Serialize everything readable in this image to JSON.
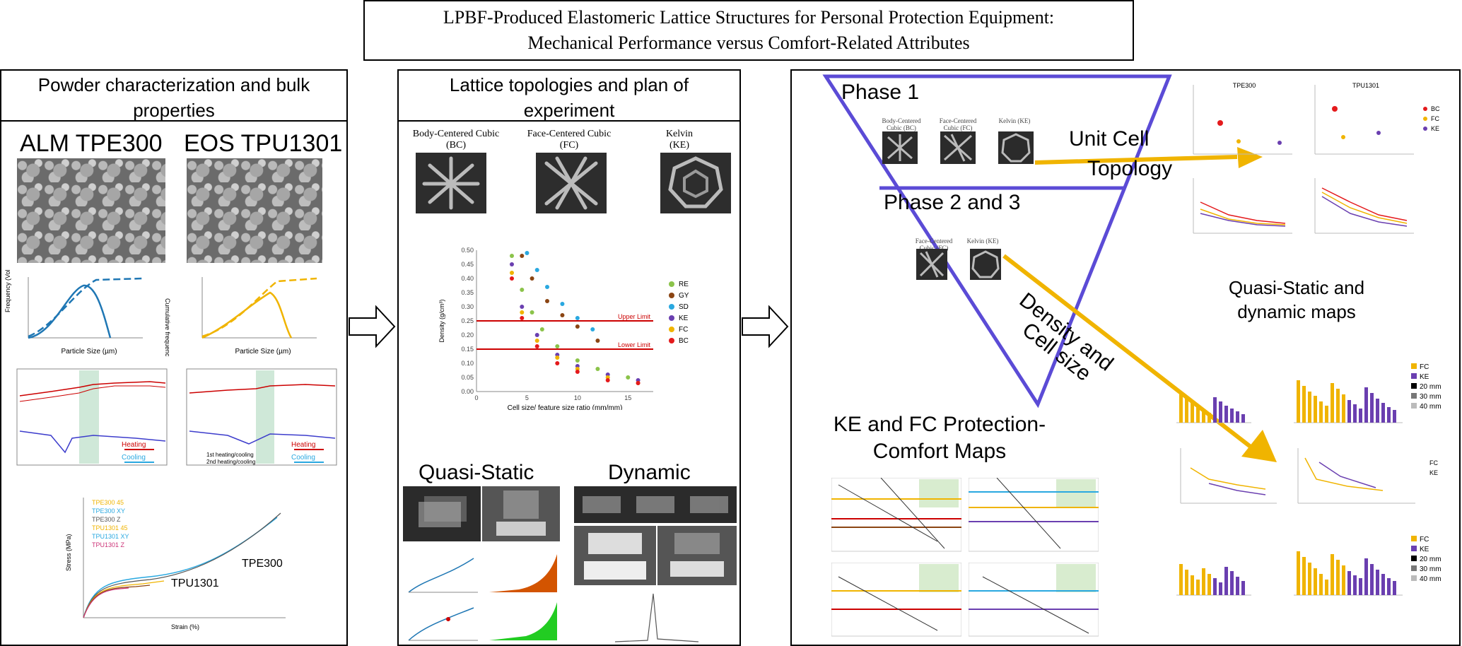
{
  "title": {
    "line1": "LPBF-Produced Elastomeric Lattice Structures for Personal Protection Equipment:",
    "line2": "Mechanical Performance versus Comfort-Related Attributes"
  },
  "panel1": {
    "heading_line1": "Powder characterization and bulk",
    "heading_line2": "properties",
    "material_left": "ALM TPE300",
    "material_right": "EOS TPU1301",
    "psd_xlabel": "Particle Size (µm)",
    "psd_ylabel": "Frequency (Vol %)",
    "psd_y2label": "Cumulative frequency (Vol %)",
    "dsc_heating": "Heating",
    "dsc_cooling": "Cooling",
    "dsc_legend1": "1st heating/cooling",
    "dsc_legend2": "2nd heating/cooling",
    "stress_ylabel": "Stress (MPa)",
    "stress_xlabel": "Strain (%)",
    "stress_legend": [
      "TPE300 45",
      "TPE300 XY",
      "TPE300 Z",
      "TPU1301 45",
      "TPU1301 XY",
      "TPU1301 Z"
    ],
    "label_tpe": "TPE300",
    "label_tpu": "TPU1301"
  },
  "panel2": {
    "heading_line1": "Lattice topologies and plan of",
    "heading_line2": "experiment",
    "cells": [
      {
        "name": "Body-Centered Cubic",
        "abbr": "(BC)"
      },
      {
        "name": "Face-Centered Cubic",
        "abbr": "(FC)"
      },
      {
        "name": "Kelvin",
        "abbr": "(KE)"
      }
    ],
    "density_ylabel": "Density (g/cm³)",
    "density_xlabel": "Cell size/ feature size ratio (mm/mm)",
    "upper_limit": "Upper Limit",
    "lower_limit": "Lower Limit",
    "legend": [
      "RE",
      "GY",
      "SD",
      "KE",
      "FC",
      "BC"
    ],
    "quasi_static": "Quasi-Static",
    "dynamic": "Dynamic"
  },
  "panel3": {
    "phase1": "Phase 1",
    "phase23": "Phase 2 and 3",
    "phase1_cells": [
      "Body-Centered Cubic (BC)",
      "Face-Centered Cubic (FC)",
      "Kelvin (KE)"
    ],
    "phase23_cells": [
      "Face-Centered Cubic (FC)",
      "Kelvin (KE)"
    ],
    "arrow1_line1": "Unit Cell",
    "arrow1_line2": "Topology",
    "arrow2_line1": "Density and",
    "arrow2_line2": "Cell size",
    "maps_title_line1": "KE and FC Protection-",
    "maps_title_line2": "Comfort Maps",
    "qs_title_line1": "Quasi-Static and",
    "qs_title_line2": "dynamic maps",
    "chart_a_title": "TPE300",
    "chart_b_title": "TPU1301",
    "legend_bc_fc_ke": [
      "BC",
      "FC",
      "KE"
    ],
    "legend_fc_ke": [
      "FC",
      "KE"
    ],
    "legend_sizes": [
      "20 mm",
      "30 mm",
      "40 mm"
    ]
  },
  "colors": {
    "blue": "#1f77b4",
    "yellow": "#f0b400",
    "purple": "#6a3fb0",
    "arrow": "#f0b400",
    "triangle": "#5b4bd6",
    "red": "#cc0000",
    "orange": "#d35400"
  },
  "chart_data": [
    {
      "type": "scatter",
      "title": "",
      "xlabel": "Cell size/ feature size ratio (mm/mm)",
      "ylabel": "Density (g/cm³)",
      "xlim": [
        0,
        17.5
      ],
      "ylim": [
        0,
        0.5
      ],
      "series": [
        {
          "name": "RE",
          "color": "#8bc34a",
          "x": [
            3.5,
            4.5,
            5.5,
            6.5,
            8,
            10,
            12,
            15
          ],
          "y": [
            0.48,
            0.36,
            0.28,
            0.22,
            0.16,
            0.11,
            0.08,
            0.05
          ]
        },
        {
          "name": "GY",
          "color": "#8b4513",
          "x": [
            4.5,
            5.5,
            7,
            8.5,
            10,
            12
          ],
          "y": [
            0.48,
            0.4,
            0.32,
            0.27,
            0.23,
            0.18
          ]
        },
        {
          "name": "SD",
          "color": "#29a8e0",
          "x": [
            5,
            6,
            7,
            8.5,
            10,
            11.5
          ],
          "y": [
            0.49,
            0.43,
            0.37,
            0.31,
            0.26,
            0.22
          ]
        },
        {
          "name": "KE",
          "color": "#6a3fb0",
          "x": [
            3.5,
            4.5,
            6,
            8,
            10,
            13,
            16
          ],
          "y": [
            0.45,
            0.3,
            0.2,
            0.13,
            0.09,
            0.06,
            0.04
          ]
        },
        {
          "name": "FC",
          "color": "#f0b400",
          "x": [
            3.5,
            4.5,
            6,
            8,
            10,
            13,
            16
          ],
          "y": [
            0.42,
            0.28,
            0.18,
            0.12,
            0.08,
            0.05,
            0.03
          ]
        },
        {
          "name": "BC",
          "color": "#e41a1c",
          "x": [
            3.5,
            4.5,
            6,
            8,
            10,
            13,
            16
          ],
          "y": [
            0.4,
            0.26,
            0.16,
            0.1,
            0.07,
            0.04,
            0.03
          ]
        }
      ],
      "hlines": [
        {
          "label": "Upper Limit",
          "y": 0.25
        },
        {
          "label": "Lower Limit",
          "y": 0.15
        }
      ]
    }
  ]
}
